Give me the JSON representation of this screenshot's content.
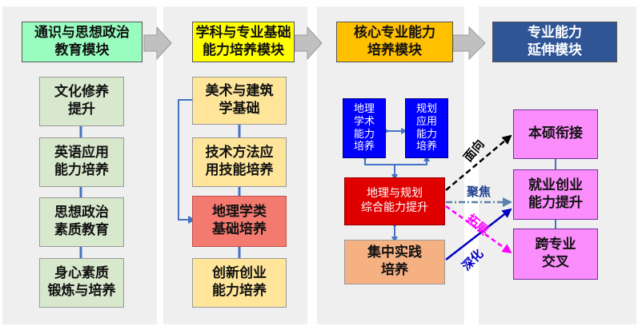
{
  "columns": [
    {
      "header": "通识与思想政治\n教育模块",
      "items": [
        "文化修养\n提升",
        "英语应用\n能力培养",
        "思想政治\n素质教育",
        "身心素质\n锻炼与培养"
      ]
    },
    {
      "header": "学科与专业基础\n能力培养模块",
      "items": [
        "美术与建筑\n学基础",
        "技术方法应\n用技能培养",
        "地理学类\n基础培养",
        "创新创业\n能力培养"
      ]
    },
    {
      "header": "核心专业能力\n培养模块",
      "items": [
        "地理\n学术\n能力\n培养",
        "规划\n应用\n能力\n培养",
        "地理与规划\n综合能力提升",
        "集中实践\n培养"
      ]
    },
    {
      "header": "专业能力\n延伸模块",
      "items": [
        "本硕衔接",
        "就业创业\n能力提升",
        "跨专业\n交叉"
      ]
    }
  ],
  "arrow_labels": {
    "toward": "面向",
    "focus": "聚焦",
    "expand": "拓展",
    "deepen": "深化"
  },
  "colors": {
    "header_green": "#99fdc0",
    "header_yellow": "#ffff00",
    "header_orange": "#ffc000",
    "header_navy": "#2f5597",
    "box_green": "#d7e8cc",
    "box_yellow": "#fee59a",
    "box_red": "#f47a6f",
    "box_blue": "#0000ff",
    "box_darkred": "#e00000",
    "box_orange": "#f6b183",
    "box_pink": "#fb8cfb",
    "connector_blue": "#4472c4",
    "arrow_gray": "#c0c0c0"
  }
}
